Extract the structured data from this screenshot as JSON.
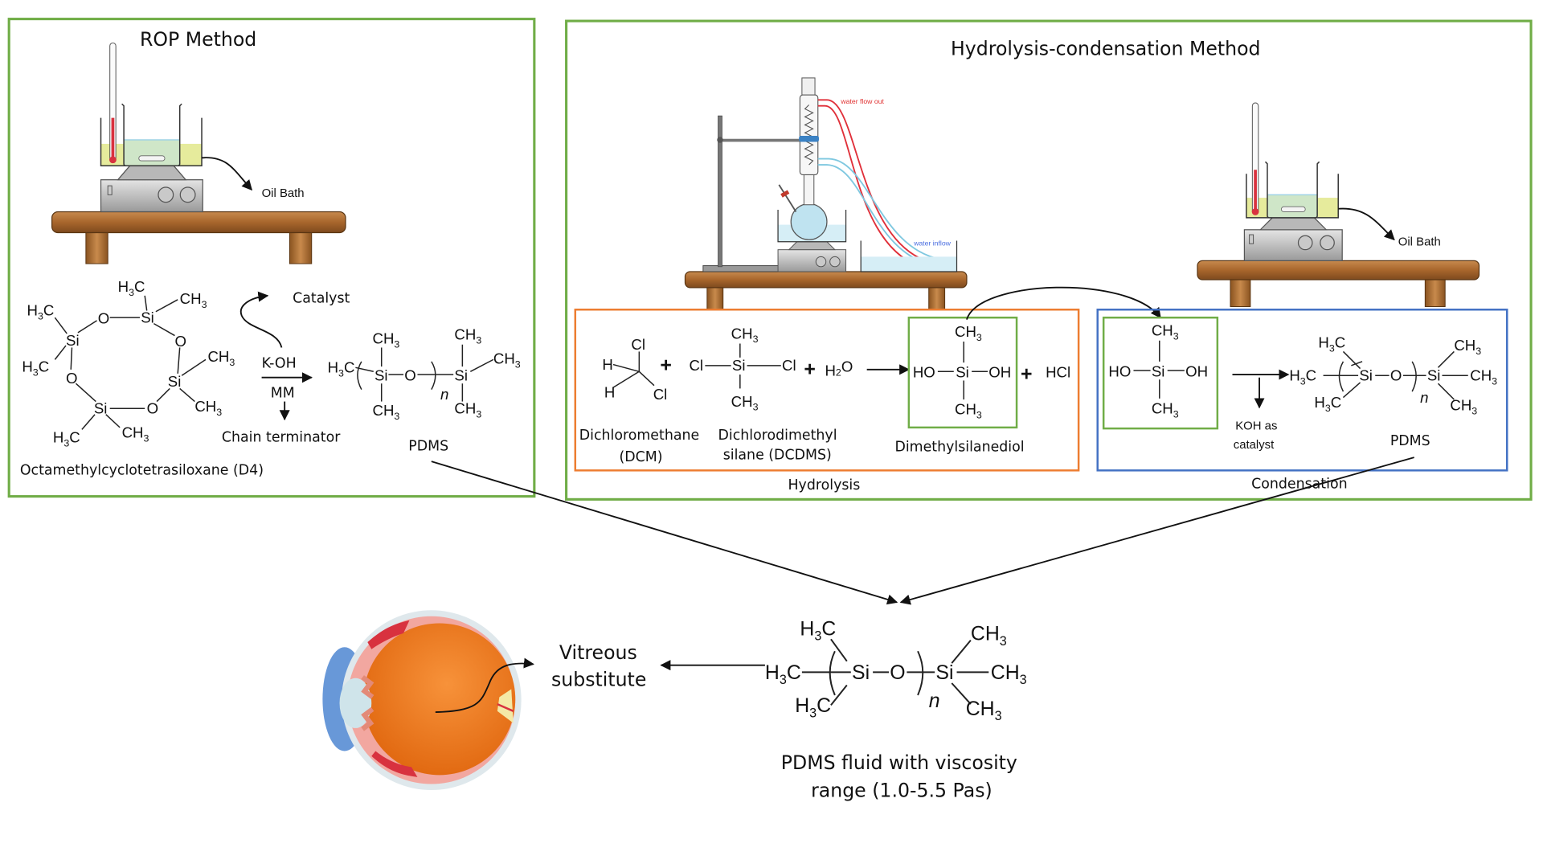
{
  "rop": {
    "title": "ROP Method",
    "oil_bath_label": "Oil Bath",
    "catalyst_label": "Catalyst",
    "koh_label": "K-OH",
    "mm_label": "MM",
    "chain_terminator_label": "Chain terminator",
    "monomer_name": "Octamethylcyclotetrasiloxane (D4)",
    "product_label": "PDMS"
  },
  "hydrolysis_condensation": {
    "title": "Hydrolysis-condensation Method",
    "water_flow_out_label": "water flow out",
    "water_inflow_label": "water inflow",
    "oil_bath_label": "Oil Bath",
    "hydrolysis": {
      "section_label": "Hydrolysis",
      "reactant1_name_line1": "Dichloromethane",
      "reactant1_name_line2": "(DCM)",
      "reactant2_name_line1": "Dichlorodimethyl",
      "reactant2_name_line2": "silane (DCDMS)",
      "water": "H2O",
      "product_name": "Dimethylsilanediol",
      "byproduct": "HCl"
    },
    "condensation": {
      "section_label": "Condensation",
      "catalyst_line1": "KOH as",
      "catalyst_line2": "catalyst",
      "product_label": "PDMS"
    }
  },
  "result": {
    "application_line1": "Vitreous",
    "application_line2": "substitute",
    "description_line1": "PDMS fluid with viscosity",
    "description_line2": "range (1.0-5.5 Pas)"
  },
  "chem_atoms": {
    "si": "Si",
    "o": "O",
    "ch3": "CH",
    "h3c": "H",
    "c": "C",
    "three": "3",
    "n": "n",
    "cl": "Cl",
    "h": "H",
    "ho": "HO",
    "oh": "OH",
    "plus": "+"
  },
  "colors": {
    "outer_box": "#70ad47",
    "hydrolysis_box": "#ed7d31",
    "condensation_box": "#4472c4",
    "inner_product_box": "#70ad47",
    "table_wood": "#a0622d",
    "oil": "#e6eb9c",
    "water": "#bfe3f0",
    "thermo_red": "#d9323f"
  }
}
